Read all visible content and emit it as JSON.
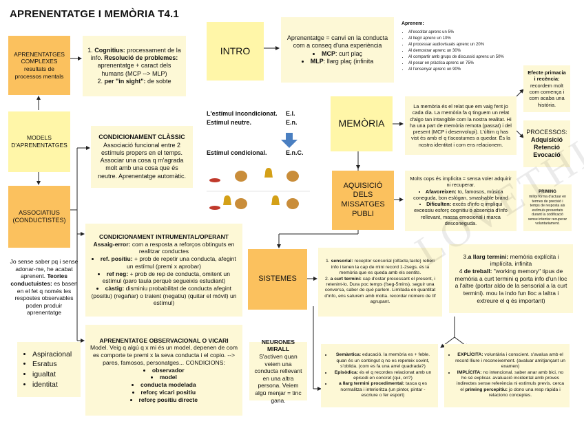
{
  "title": "APRENENTATGE I MEMÒRIA T4.1",
  "watermark": "LOVETHIS",
  "left": {
    "complexes": "APRENENTATGES COMPLEXES resultats de processos mentals",
    "models": "MODELS D'APRENENTATGES",
    "associatius": "ASSOCIATIUS (CONDUCTISTES)",
    "intro_list": [
      {
        "num": "1. ",
        "bold": "Cognitius:",
        "text": " processament de la info. ",
        "bold2": "Resolució de problemes:",
        "text2": " aprenentatge + caract dels humans (MCP --> MLP)"
      },
      {
        "num": "2. ",
        "bold": "per \"in sight\":",
        "text": " de sobte",
        "bold2": "",
        "text2": ""
      }
    ],
    "note_text": "Jo sense saber pq i sense adonar-me, he acabat aprenent.",
    "note_bold": "Teories conductuistes:",
    "note_text2": " es basen en el fet q només les respostes observables poden produir aprenentatge",
    "values": [
      "Aspiracional",
      "Esratus",
      "igualtat",
      "identitat"
    ]
  },
  "classic": {
    "title": "CONDICIONAMENT CLÀSSIC",
    "body": "Associació funcional entre 2 estímuls propers en el temps. Associar una cosa q m'agrada molt amb una cosa que és neutre. Aprenentatge automàtic."
  },
  "stimuli": {
    "row1": "L'estímul incondicionat.",
    "row1_abbr": "E.I.",
    "row2": "Estímul neutre.",
    "row2_abbr": "E.n.",
    "row3": "Estímul condicional.",
    "row3_abbr": "E.n.C."
  },
  "instrumental": {
    "title": "CONDICIONAMENT INTRUMENTAL/OPERANT",
    "lead_bold": "Assaig-error:",
    "lead": " com a resposta a reforços obtinguts en realitzar conductes",
    "items": [
      {
        "bold": "ref. positiu:",
        "text": " + prob de repetir una conducta, afegint un estímul (premi x aprobar)"
      },
      {
        "bold": "ref neg:",
        "text": " + prob de rep de conducta, omitent un estímul (paro taula perquè segueixis estudiant)"
      },
      {
        "bold": "càstig:",
        "text": " disminiu probabilitat de conducta afegint (positiu) (regañar) o traient (negatiu) (quitar el móvil) un estímul)"
      }
    ]
  },
  "observacional": {
    "title": "APRENENTATGE OBSERVACIONAL O VICARI",
    "body": "Model. Veig q algú q x mi és un model, depenen de com es comporte te premi x la seva conducta i el copio. --> pares, famosos, personatges... CONDICIONS:",
    "conditions": [
      "observador",
      "model",
      "conducta modelada",
      "reforç vicari positiu",
      "reforç positiu directe"
    ]
  },
  "neurones": {
    "title": "NEURONES MIRALL",
    "body": "S'activen quan veiem una conducta rellevant en una altra persona. Veiem algú menjar = tinc gana."
  },
  "intro": {
    "label": "INTRO",
    "def": "Aprenentatge = canvi en la conducta com a conseq d'una experiència",
    "items": [
      {
        "bold": "MCP",
        "text": ": curt plaç"
      },
      {
        "bold": "MLP",
        "text": ": llarg plaç (infinita"
      }
    ]
  },
  "aprenem": {
    "title": "Aprenem:",
    "items": [
      "Al'escoltar aprenc un 5%",
      "Al llegir aprenc un 10%",
      "Al processar audiovisuals aprenc un 20%",
      "Al demostrar aprenc un 30%",
      "Al compartir amb grups de discussió aprenc un 50%",
      "Al posar en pràctica aprenc un 75%",
      "Al l'ensenyar aprenc un 90%"
    ]
  },
  "memoria": {
    "label": "MEMÒRIA",
    "body": "La memòria és el relat que em vaig fent jo cada dia. La memòria fa q tinguem un relat d'algo tan intangible com la nostra realitat. Hi ha una part de memòria remota (passat) i del present (MCP i desenvolupi). L'últim q has vist és amb el q t'acostumes a quedar. És la nostra identitat i com ens relacionem."
  },
  "primacia": {
    "title": "Efecte primacia i recència:",
    "body": "recordem molt com comença i com acaba una història."
  },
  "processos": {
    "title": "PROCESSOS:",
    "items": [
      "Adquisició",
      "Retenció",
      "Evocació"
    ]
  },
  "adquisicio": {
    "label": "AQUISICIÓ DELS MISSATGES PUBLI",
    "lead": "Molts cops és implícita = sensa voler adquirir ni recuperar.",
    "items": [
      {
        "bold": "Afavoreixen:",
        "text": " to, famosos, música coneguda, bon eslògan, smashable brand"
      },
      {
        "bold": "Dificulten:",
        "text": " excés d'info q impliqui excessiu esforç cognitiu o absencia d'info rellevant, massa emocional i marca desconeguda."
      }
    ]
  },
  "priming": {
    "title": "PRIMING",
    "body": "millor forma d'actuar en termes de precisió i temps de resposta als estímuls presentats durant la codificació sense intentar recuperar voluntariament."
  },
  "sistemes": {
    "label": "SISTEMES",
    "items": [
      {
        "num": "1. ",
        "bold": "sensorial:",
        "text": " receptor sensorial (olfacte,tacte) reberi info i tenen la cap de mini record 1-2segs. és la memòria que es queda amb els sentits."
      },
      {
        "num": "2. ",
        "bold": "a curt termini:",
        "text": " cap d'estar processant el present, i retenint-lo. Dura poc temps (fseg-5mins). seguir una conversa, saber de què parlem. Limitada en quantitat d'info, ens saturem amb molta. recordar número de tlf agrupant."
      }
    ],
    "llarg_num": "3.",
    "llarg_bold": "a llarg termini:",
    "llarg_text": " memòria explícita i implícita. infinita",
    "treball_num": "4 ",
    "treball_bold": "de treball:",
    "treball_text": " \"working memory\" tipus de memòria a curt termini q porta info d'un lloc a l'altre (portar aldo de la sensorial a la curt termini). mou la indo fun lloc a laltra i extreure el q és important)"
  },
  "semantica": {
    "items": [
      {
        "bold": "Semàntica:",
        "text": " educació. la memòria es + feble. quan és un contingut q no es repeteix sovint, s'oblida. (com es fa una arrel quadrada?)"
      },
      {
        "bold": "Episòdica:",
        "text": " és el q recordes relacionat amb un episodi en concret (qui, on?)"
      },
      {
        "bold": "a llarg termini procedimental:",
        "text": " tasca q es normalitza i interioritza (un pintor, pintar - escriure o fer esport)"
      }
    ]
  },
  "explicita": {
    "items": [
      {
        "bold": "EXPLÍCITA:",
        "text": " voluntària i conscient. s'avalua amb el record lliure i reconeixement. (avaluar amitjançant un examen)"
      },
      {
        "bold": "IMPLÍCITA:",
        "text": " no intencional. saber anar amb bici, no ho sé explicar. avaluació incidental amb proves indirectes sense referència ni estímuls previs. cerca el ",
        "bold2": "priming percepitiu:",
        "text2": " jo dono una resp ràpida i relaciono conceptes."
      }
    ]
  },
  "colors": {
    "yellow": "#fff6a8",
    "orange": "#fbc15e",
    "cream": "#fdf8d6",
    "arrow_blue": "#4a7fc1"
  }
}
